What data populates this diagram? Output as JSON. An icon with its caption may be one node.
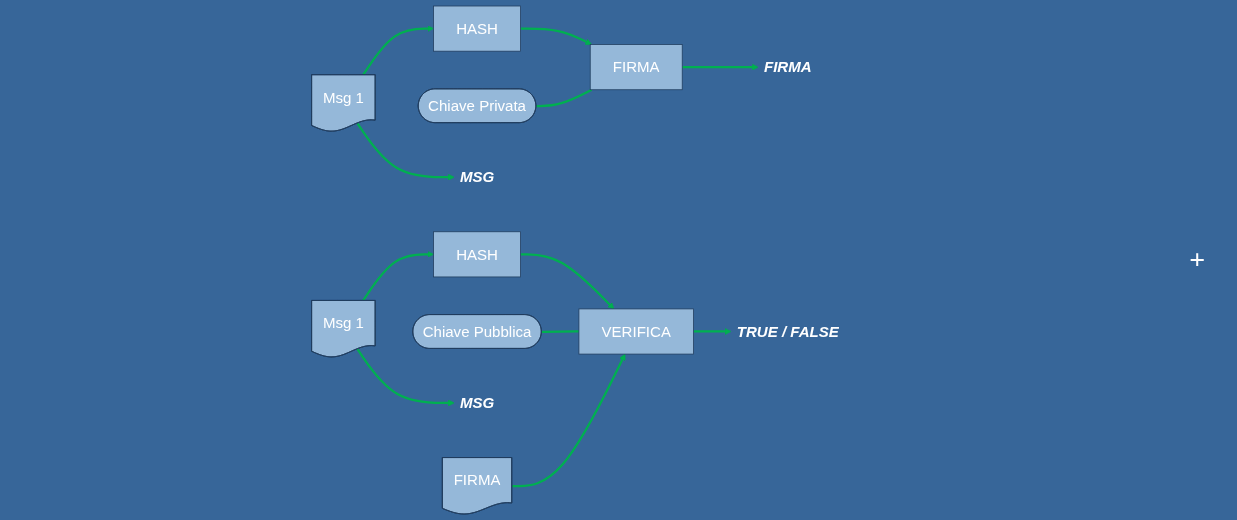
{
  "diagram": {
    "nodes": [
      {
        "text": [
          "Msg 1"
        ]
      },
      {
        "text": [
          "HASH"
        ]
      },
      {
        "text": [
          "FIRMA"
        ]
      },
      {
        "text": [
          "Chiave Privata"
        ]
      },
      {
        "text": [
          "MSG"
        ]
      },
      {
        "text": [
          "FIRMA"
        ]
      },
      {
        "text": [
          "Msg 1"
        ]
      },
      {
        "text": [
          "HASH"
        ]
      },
      {
        "text": [
          "VERIFICA"
        ]
      },
      {
        "text": [
          "Chiave Pubblica"
        ]
      },
      {
        "text": [
          "MSG"
        ]
      },
      {
        "text": [
          "TRUE / FALSE"
        ]
      },
      {
        "text": [
          "FIRMA"
        ]
      }
    ],
    "edges": [
      {
        "from": 0,
        "to": 4,
        "arrow": "to"
      },
      {
        "from": 0,
        "to": 1,
        "arrow": "to"
      },
      {
        "from": 1,
        "to": 2,
        "arrow": "to"
      },
      {
        "from": 2,
        "to": 5,
        "arrow": "to"
      },
      {
        "from": 3,
        "to": 2,
        "arrow": "none"
      },
      {
        "from": 6,
        "to": 10,
        "arrow": "to"
      },
      {
        "from": 6,
        "to": 7,
        "arrow": "to"
      },
      {
        "from": 7,
        "to": 8,
        "arrow": "to"
      },
      {
        "from": 8,
        "to": 11,
        "arrow": "to"
      },
      {
        "from": 9,
        "to": 8,
        "arrow": "none"
      },
      {
        "from": 12,
        "to": 8,
        "arrow": "to"
      }
    ],
    "labels": [
      "+"
    ]
  }
}
